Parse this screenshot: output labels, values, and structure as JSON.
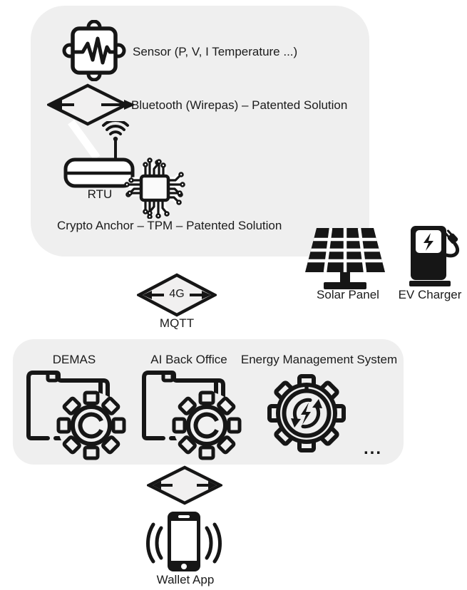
{
  "diagram": {
    "edge_panel": {
      "sensor_label": "Sensor (P, V, I Temperature ...)",
      "bluetooth_label": "Bluetooth (Wirepas) – Patented Solution",
      "rtu_label": "RTU",
      "crypto_label": "Crypto Anchor – TPM – Patented Solution"
    },
    "assets": {
      "solar_label": "Solar Panel",
      "ev_label": "EV Charger"
    },
    "uplink": {
      "technology": "4G",
      "protocol": "MQTT"
    },
    "cloud_panel": {
      "demas_label": "DEMAS",
      "ai_back_office_label": "AI Back Office",
      "ems_label": "Energy Management System",
      "ellipsis": "..."
    },
    "wallet": {
      "label": "Wallet App"
    }
  },
  "icons": {
    "sensor": "sensor-pulse-module-icon",
    "bluetooth_link": "link-diamond-icon",
    "wifi": "wifi-icon",
    "rtu": "rtu-gateway-icon",
    "chip": "crypto-chip-icon",
    "solar": "solar-panel-icon",
    "ev": "ev-charger-icon",
    "gear_folder": "folder-gear-icon",
    "ems": "energy-cycle-gear-icon",
    "phone": "wallet-phone-icon"
  },
  "colors": {
    "panel_bg": "#efefef",
    "ink": "#161616",
    "diamond_fill": "#f1f0f0",
    "white": "#ffffff"
  }
}
